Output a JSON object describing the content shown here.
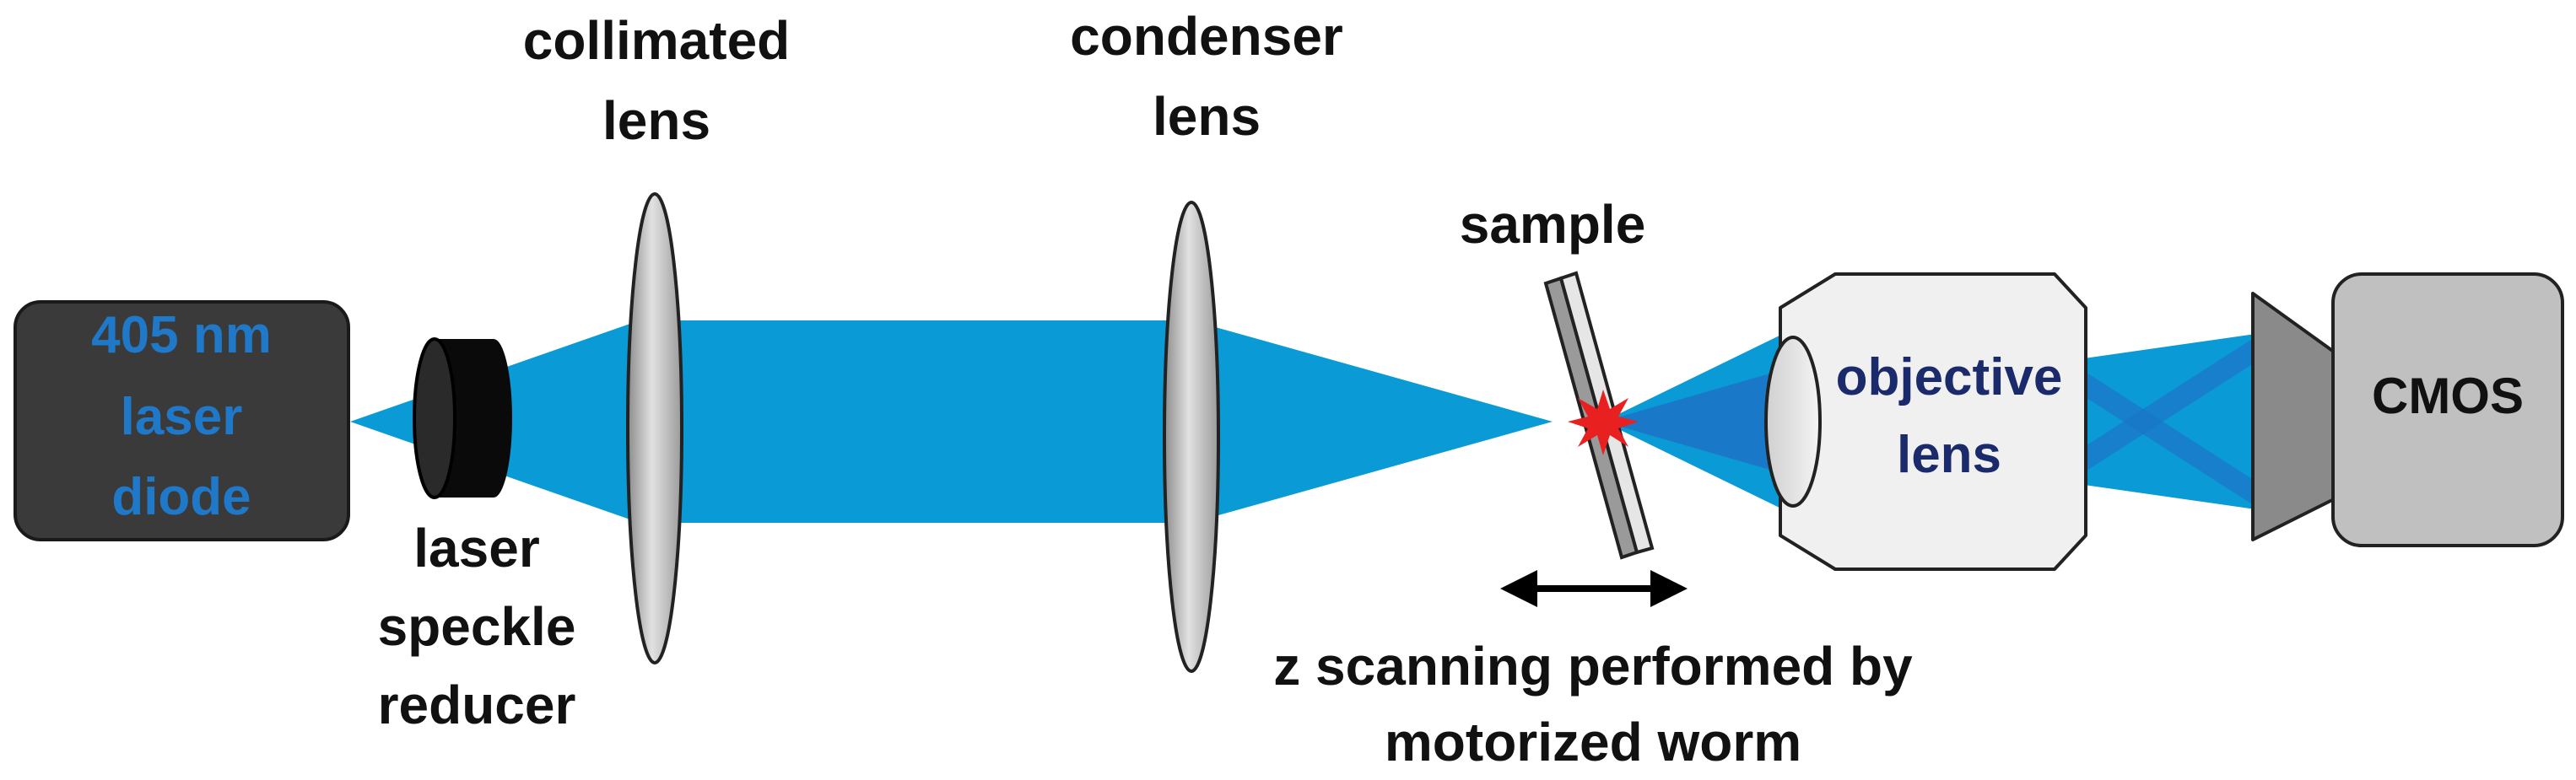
{
  "labels": {
    "collimated_lens": [
      "collimated",
      "lens"
    ],
    "condenser_lens": [
      "condenser",
      "lens"
    ],
    "sample": "sample",
    "laser_source": [
      "405 nm",
      "laser",
      "diode"
    ],
    "speckle_reducer": [
      "laser",
      "speckle",
      "reducer"
    ],
    "objective_lens": [
      "objective",
      "lens"
    ],
    "camera": "CMOS",
    "z_scan": [
      "z scanning performed by",
      "motorized worm"
    ]
  },
  "colors": {
    "beam": "#0a9ad6",
    "beam_dark": "#1a78c8",
    "laser_body": "#3a3a3a",
    "laser_text": "#1f78c8",
    "objective_text": "#1a2a6a",
    "lens_gray": "#b8b8b8",
    "camera_body": "#c0c0c0",
    "camera_cone": "#8a8a8a",
    "focus_spot": "#e8201f",
    "arrow": "#000000"
  }
}
